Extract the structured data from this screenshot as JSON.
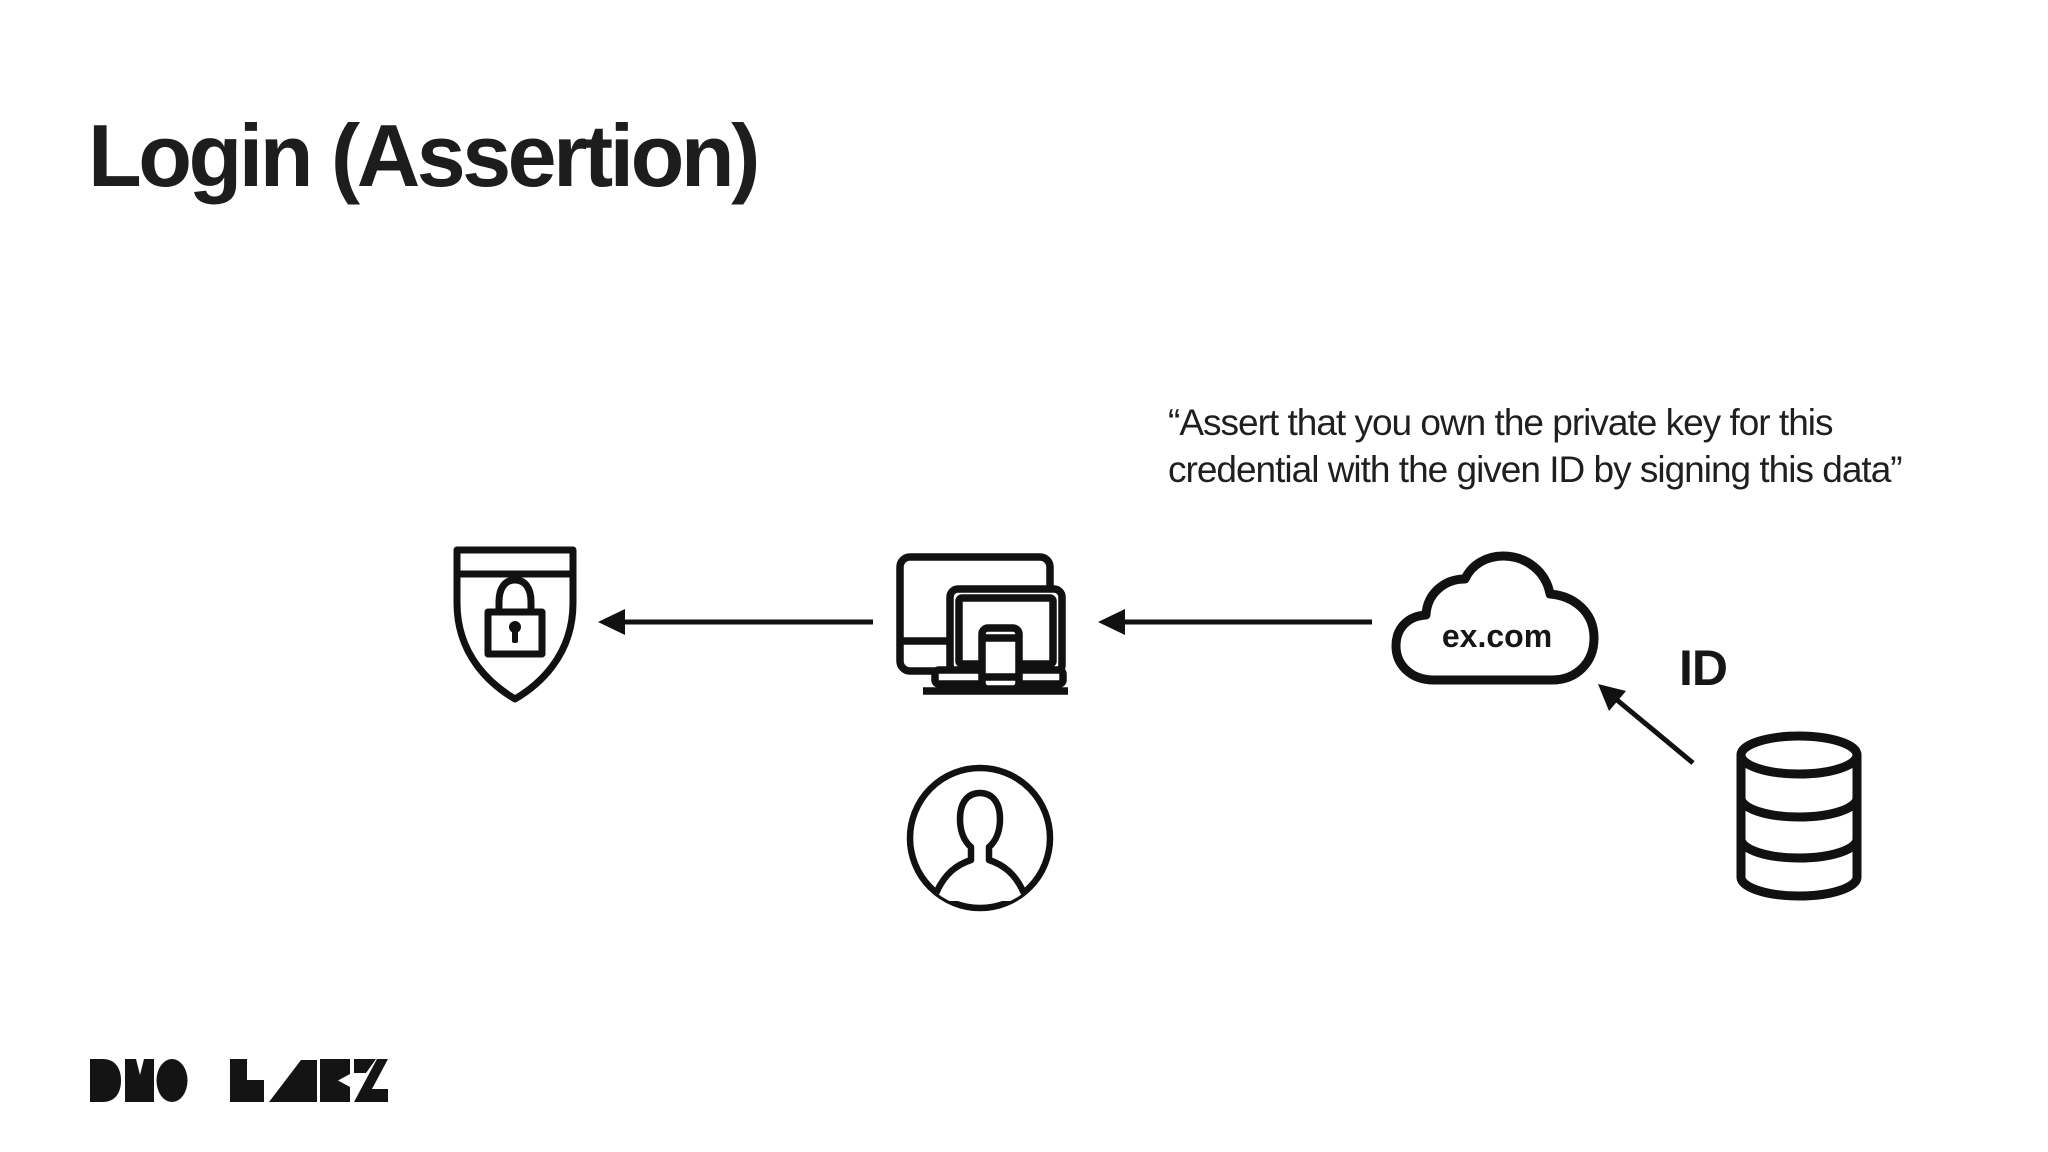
{
  "slide": {
    "title": "Login (Assertion)",
    "quote": {
      "line1": "“Assert that you own the private key for this",
      "line2": "credential with the given ID by signing this data”"
    },
    "diagram": {
      "cloud_label": "ex.com",
      "id_label": "ID",
      "nodes": [
        {
          "id": "authenticator",
          "icon": "shield-lock-icon"
        },
        {
          "id": "client-devices",
          "icon": "devices-icon"
        },
        {
          "id": "user",
          "icon": "person-icon"
        },
        {
          "id": "relying-party-cloud",
          "icon": "cloud-icon",
          "label": "ex.com"
        },
        {
          "id": "credential-store",
          "icon": "database-icon"
        }
      ],
      "arrows": [
        {
          "from": "relying-party-cloud",
          "to": "client-devices"
        },
        {
          "from": "client-devices",
          "to": "authenticator"
        },
        {
          "from": "credential-store",
          "to": "relying-party-cloud",
          "label": "ID"
        }
      ]
    },
    "footer": {
      "logo_text": "DUO LABS"
    },
    "colors": {
      "ink": "#1d1d1d",
      "stroke": "#111111",
      "background": "#ffffff"
    }
  }
}
